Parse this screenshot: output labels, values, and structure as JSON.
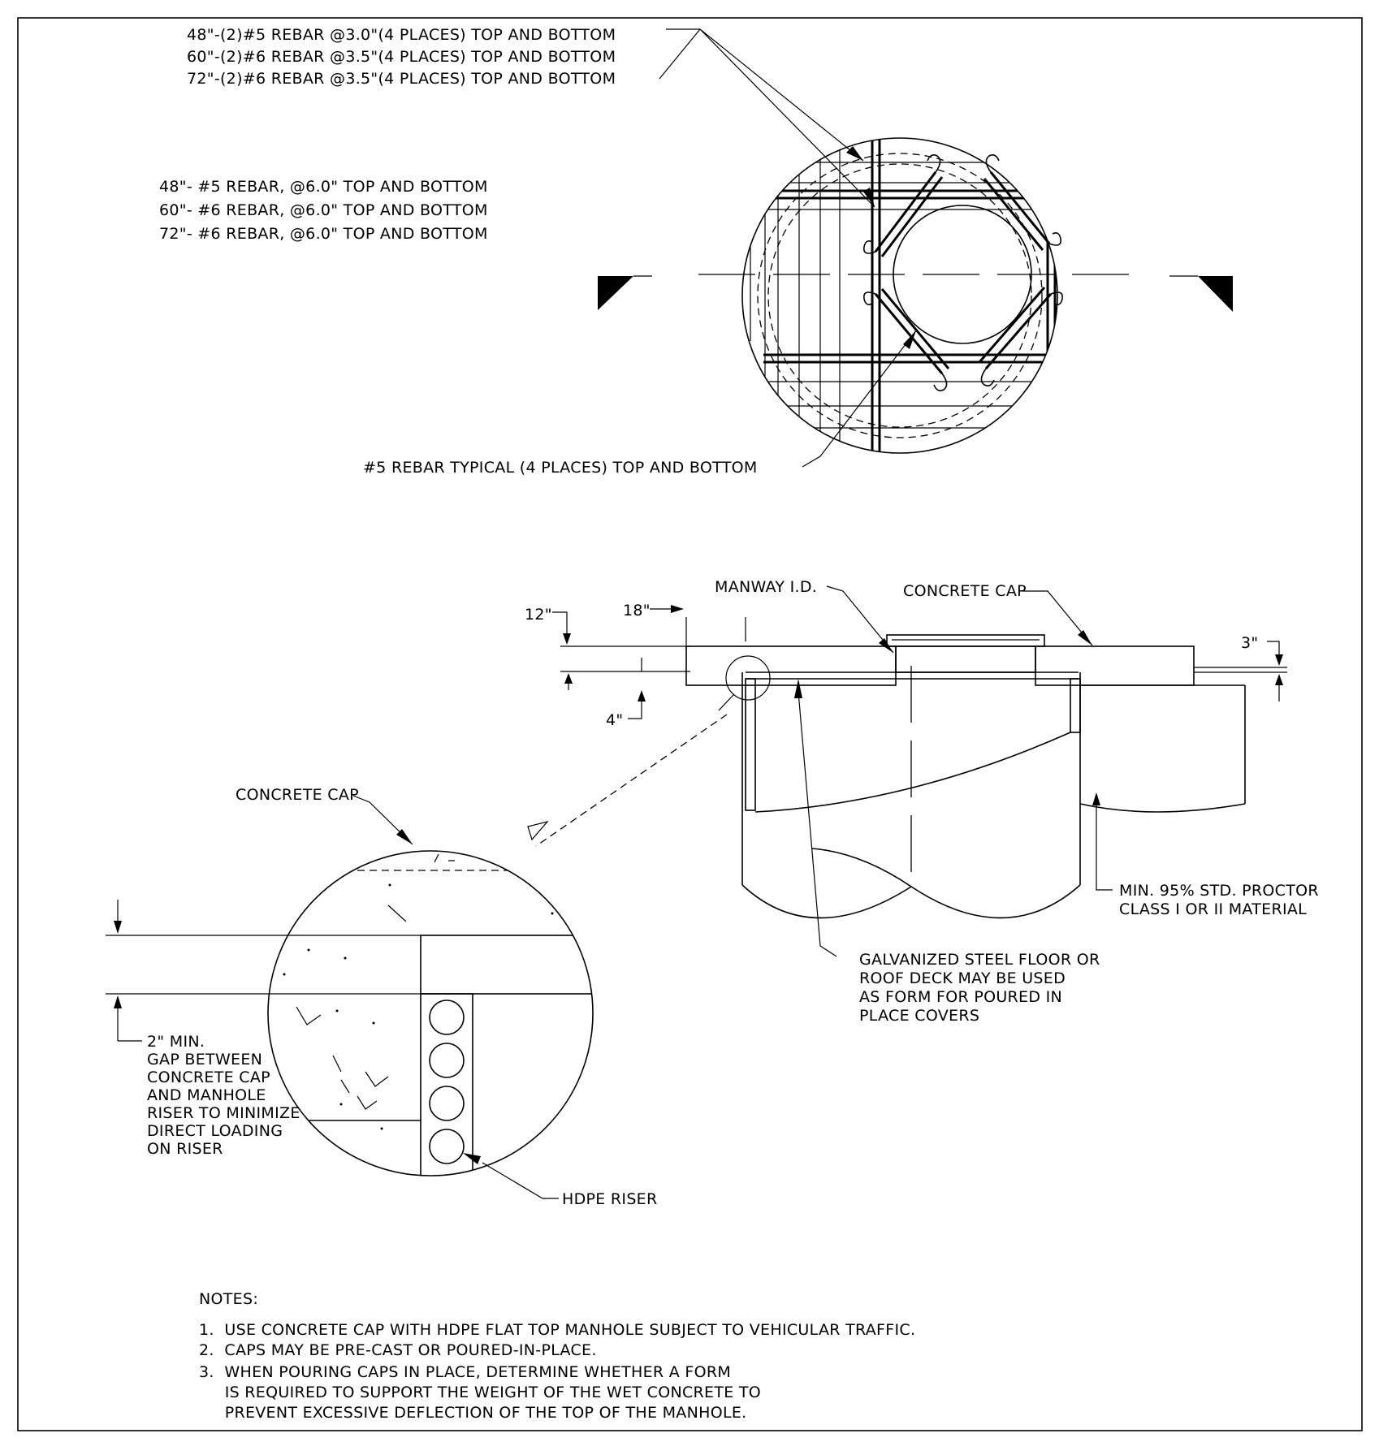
{
  "plan_view": {
    "top_rebar_callouts": [
      "48\"-(2)#5 REBAR @3.0\"(4 PLACES) TOP AND BOTTOM",
      "60\"-(2)#6 REBAR @3.5\"(4 PLACES) TOP AND BOTTOM",
      "72\"-(2)#6 REBAR @3.5\"(4 PLACES) TOP AND BOTTOM"
    ],
    "grid_rebar_callouts": [
      "48\"- #5 REBAR, @6.0\" TOP AND BOTTOM",
      "60\"- #6 REBAR, @6.0\" TOP AND BOTTOM",
      "72\"- #6 REBAR, @6.0\" TOP AND BOTTOM"
    ],
    "typical_rebar_callout": "#5 REBAR TYPICAL (4 PLACES) TOP AND BOTTOM"
  },
  "section_view": {
    "manway_label": "MANWAY I.D.",
    "concrete_cap_label": "CONCRETE CAP",
    "dim_12": "12\"",
    "dim_18": "18\"",
    "dim_4": "4\"",
    "dim_3": "3\"",
    "proctor_lines": [
      "MIN. 95% STD. PROCTOR",
      "CLASS I OR II MATERIAL"
    ],
    "deck_lines": [
      "GALVANIZED STEEL FLOOR OR",
      "ROOF DECK MAY BE USED",
      "AS FORM FOR POURED IN",
      "PLACE COVERS"
    ]
  },
  "detail_view": {
    "concrete_cap_label": "CONCRETE CAP",
    "gap_lines": [
      "2\" MIN.",
      "GAP BETWEEN",
      "CONCRETE CAP",
      "AND MANHOLE",
      "RISER TO MINIMIZE",
      "DIRECT LOADING",
      "ON RISER"
    ],
    "hdpe_label": "HDPE RISER"
  },
  "notes": {
    "heading": "NOTES:",
    "items": [
      "1.  USE CONCRETE CAP WITH HDPE FLAT TOP MANHOLE SUBJECT TO VEHICULAR TRAFFIC.",
      "2.  CAPS MAY BE PRE-CAST OR POURED-IN-PLACE.",
      "3.  WHEN POURING CAPS IN PLACE, DETERMINE WHETHER A FORM",
      "     IS REQUIRED TO SUPPORT THE WEIGHT OF THE WET CONCRETE TO",
      "     PREVENT EXCESSIVE DEFLECTION OF THE TOP OF THE MANHOLE."
    ]
  }
}
